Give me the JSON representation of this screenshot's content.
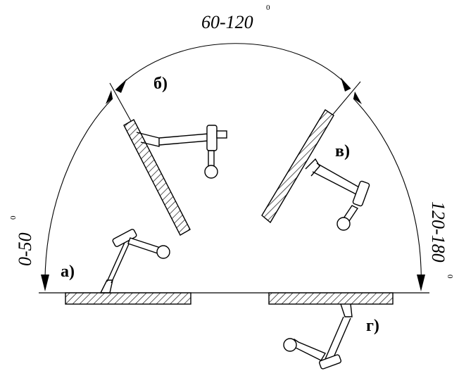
{
  "angles": {
    "top": "60-120",
    "left": "0-50",
    "right": "120-180",
    "degree_mark": "0"
  },
  "positions": {
    "a": "а)",
    "b": "б)",
    "v": "в)",
    "g": "г)"
  }
}
